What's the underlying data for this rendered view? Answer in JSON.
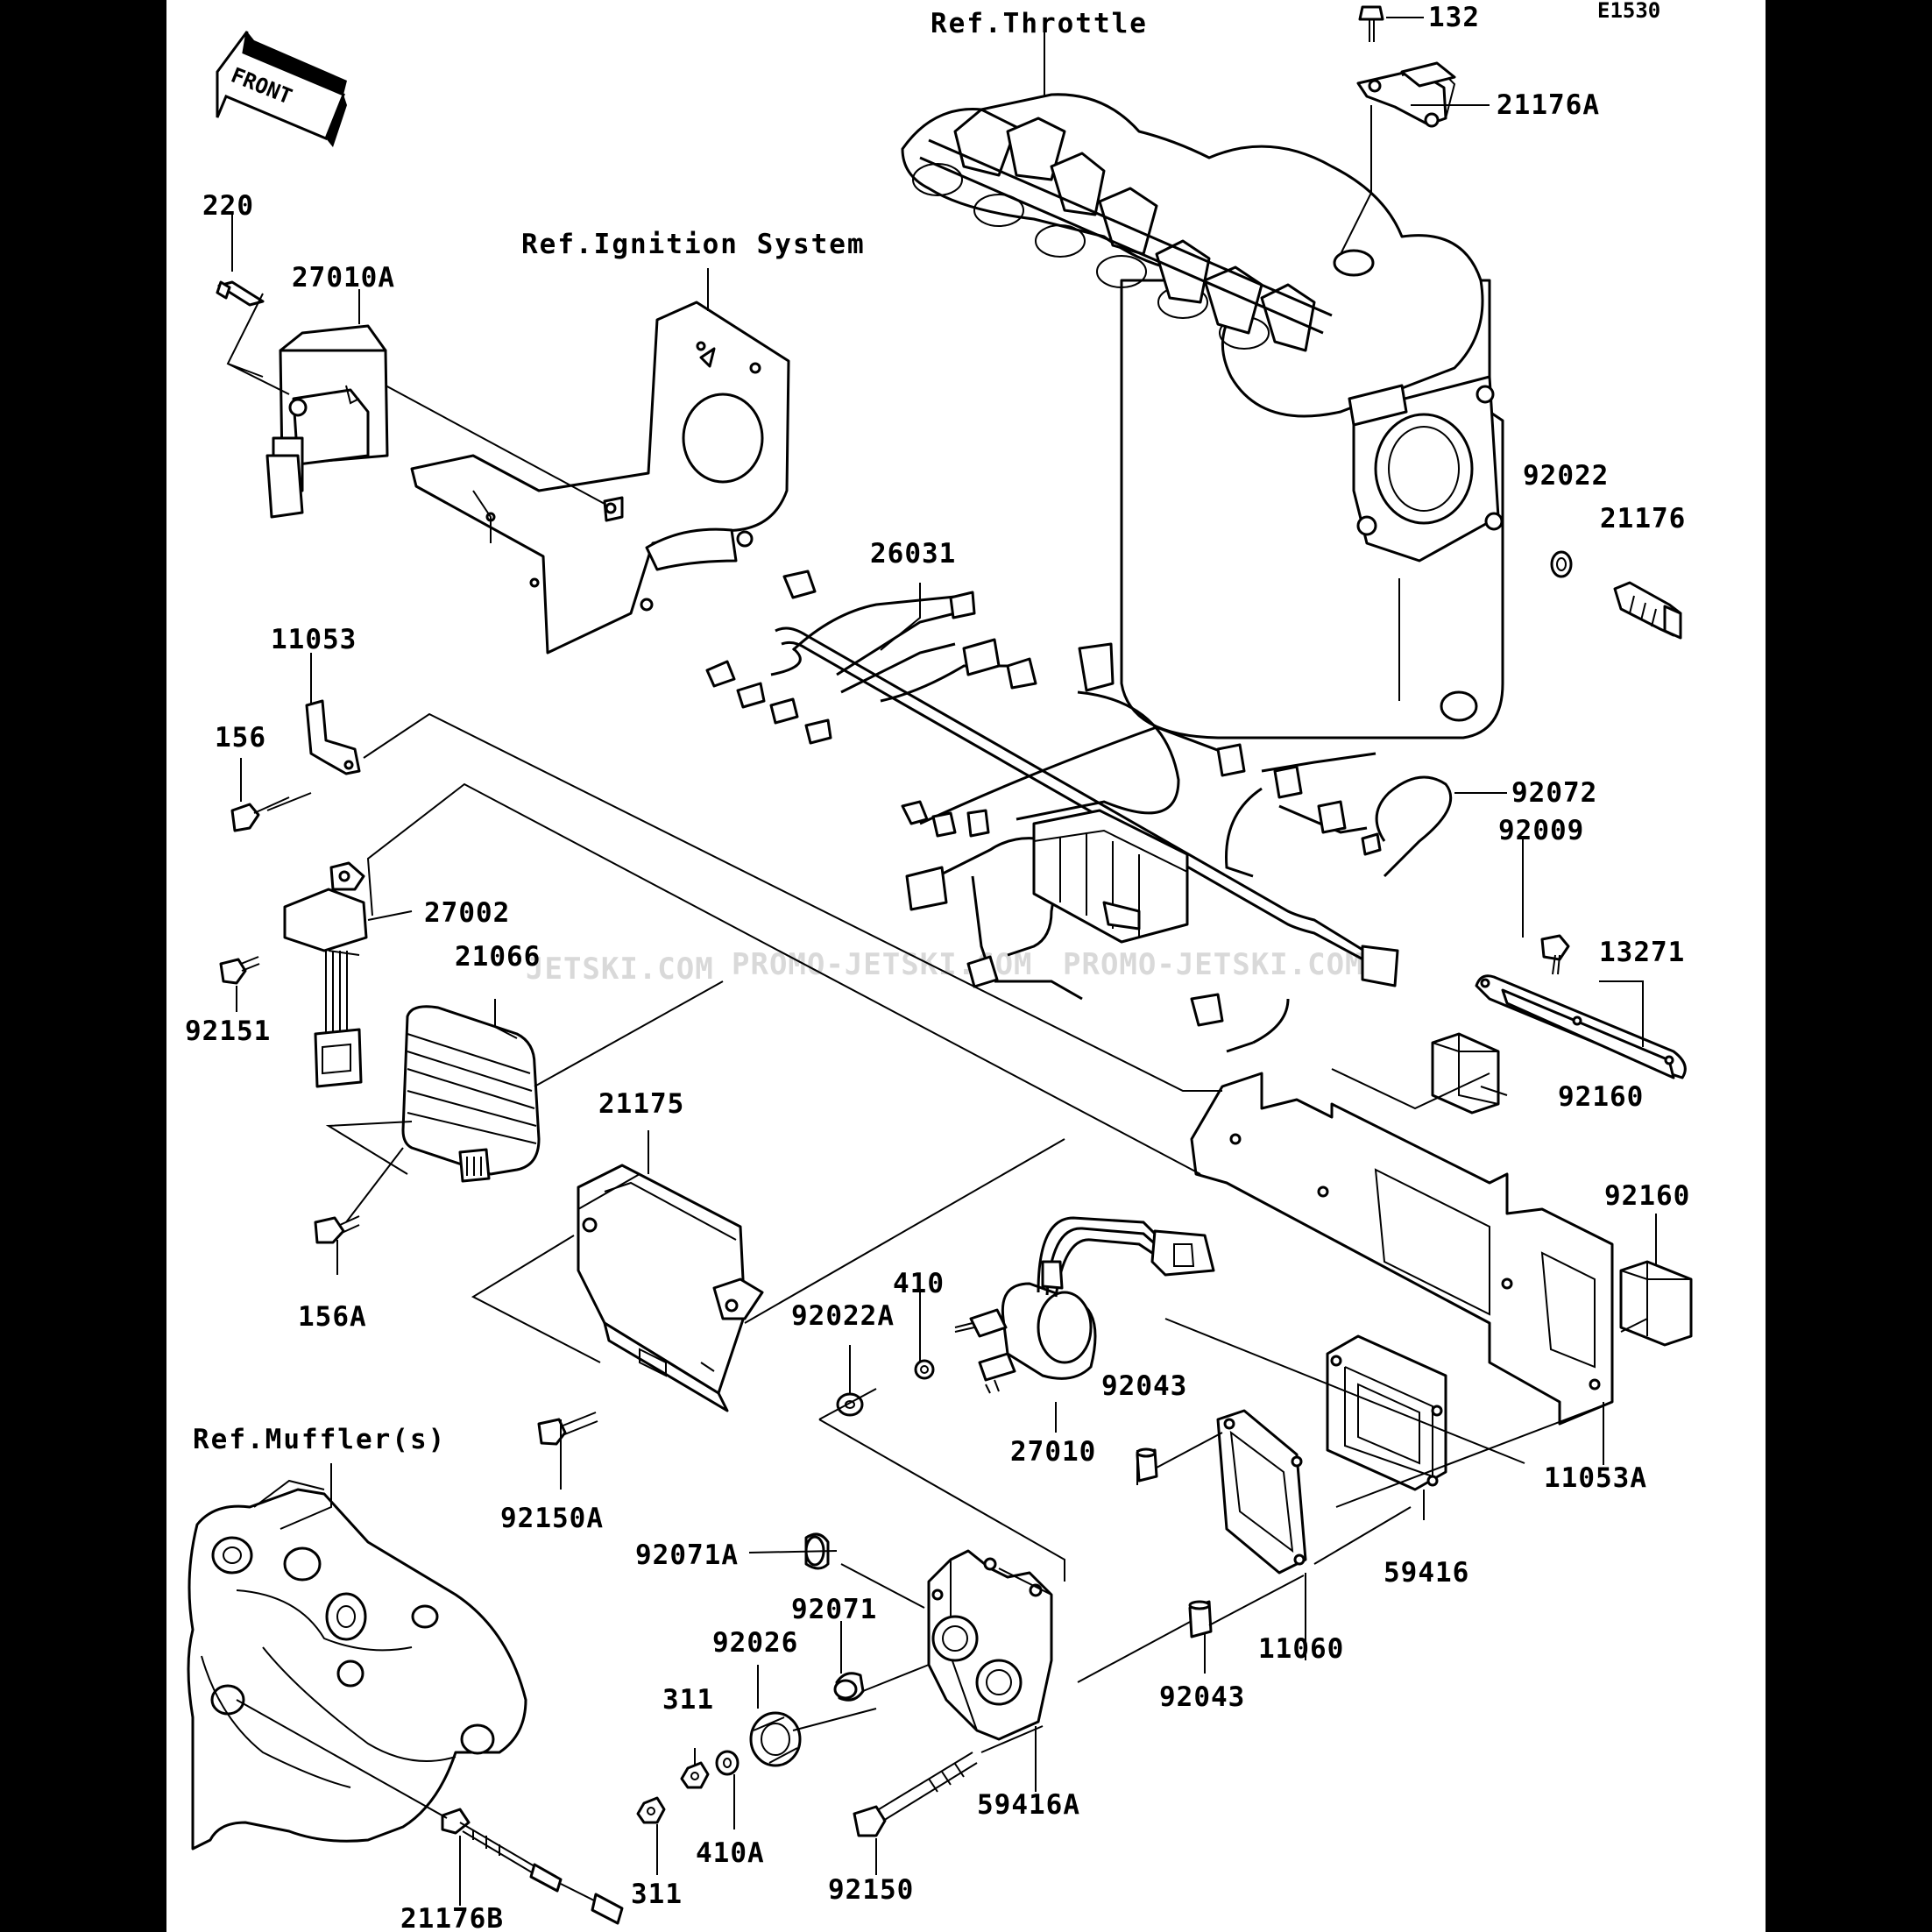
{
  "diagram": {
    "code": "E1530",
    "front_label": "FRONT",
    "watermarks": [
      "JETSKI.COM",
      "PROMO-JETSKI.COM",
      "PROMO-JETSKI.COM"
    ],
    "refs": {
      "throttle": "Ref.Throttle",
      "ignition": "Ref.Ignition System",
      "muffler": "Ref.Muffler(s)"
    },
    "parts": {
      "p132": "132",
      "p21176A": "21176A",
      "p220": "220",
      "p27010A": "27010A",
      "p92022": "92022",
      "p21176": "21176",
      "p26031": "26031",
      "p11053": "11053",
      "p156": "156",
      "p92072": "92072",
      "p92009": "92009",
      "p27002": "27002",
      "p21066": "21066",
      "p13271": "13271",
      "p92151": "92151",
      "p92160a": "92160",
      "p21175": "21175",
      "p92160b": "92160",
      "p156A": "156A",
      "p410": "410",
      "p92022A": "92022A",
      "p92043a": "92043",
      "p27010": "27010",
      "p11053A": "11053A",
      "p92150A": "92150A",
      "p92071A": "92071A",
      "p59416": "59416",
      "p92071": "92071",
      "p92026": "92026",
      "p11060": "11060",
      "p311a": "311",
      "p92043b": "92043",
      "p59416A": "59416A",
      "p410A": "410A",
      "p311b": "311",
      "p92150": "92150",
      "p21176B": "21176B"
    }
  }
}
